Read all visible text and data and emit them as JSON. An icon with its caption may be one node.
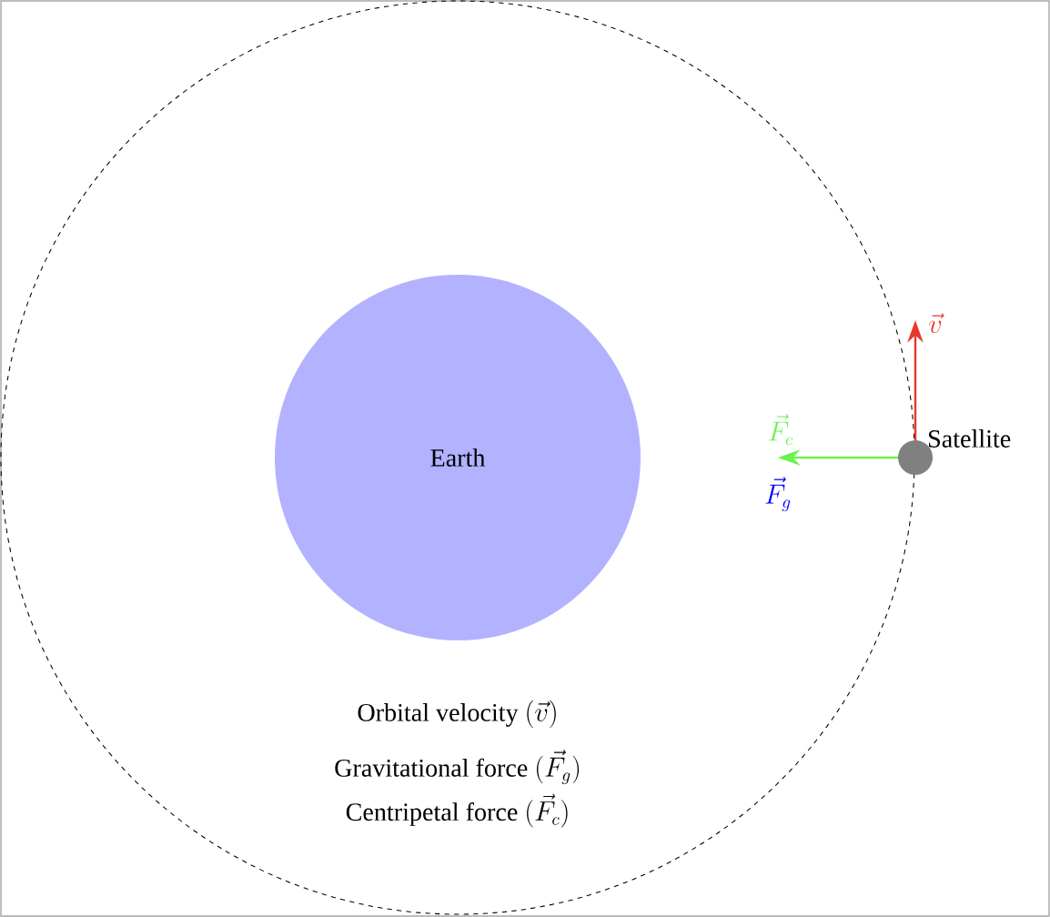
{
  "diagram": {
    "nodes": [
      {
        "text": [
          "Earth"
        ]
      },
      {
        "text": [],
        "shape": "circle",
        "beside": [
          "Satellite"
        ]
      }
    ],
    "labels": [
      "\\vec{v}",
      "\\vec{F_c}",
      "\\vec{F_g}",
      "\\text{Orbital velocity }(\\vec{v})",
      "\\text{Gravitational force }(\\vec{F_g})",
      "\\text{Centripetal force }(\\vec{F_c})"
    ]
  }
}
